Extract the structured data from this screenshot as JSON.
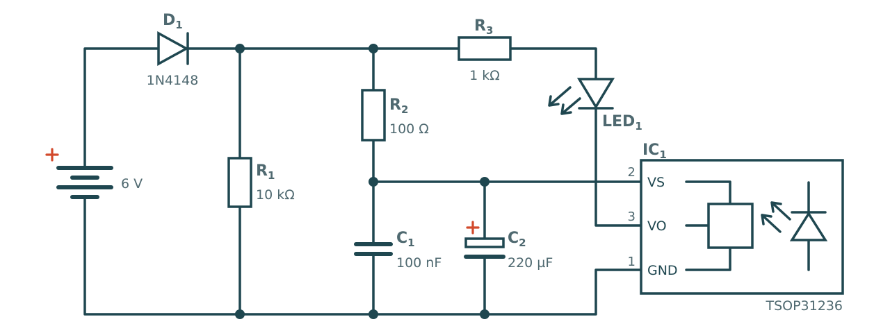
{
  "components": {
    "battery": {
      "value": "6 V"
    },
    "d1": {
      "ref": "D",
      "sub": "1",
      "value": "1N4148"
    },
    "r1": {
      "ref": "R",
      "sub": "1",
      "value": "10 kΩ"
    },
    "r2": {
      "ref": "R",
      "sub": "2",
      "value": "100 Ω"
    },
    "r3": {
      "ref": "R",
      "sub": "3",
      "value": "1 kΩ"
    },
    "c1": {
      "ref": "C",
      "sub": "1",
      "value": "100 nF"
    },
    "c2": {
      "ref": "C",
      "sub": "2",
      "value": "220 µF"
    },
    "led1": {
      "ref": "LED",
      "sub": "1"
    },
    "ic1": {
      "ref": "IC",
      "sub": "1",
      "part": "TSOP31236",
      "pins": [
        {
          "num": "2",
          "name": "VS"
        },
        {
          "num": "3",
          "name": "VO"
        },
        {
          "num": "1",
          "name": "GND"
        }
      ]
    }
  },
  "colors": {
    "wire": "#1f4750",
    "label": "#4f6970",
    "polarity": "#d24a2c"
  }
}
